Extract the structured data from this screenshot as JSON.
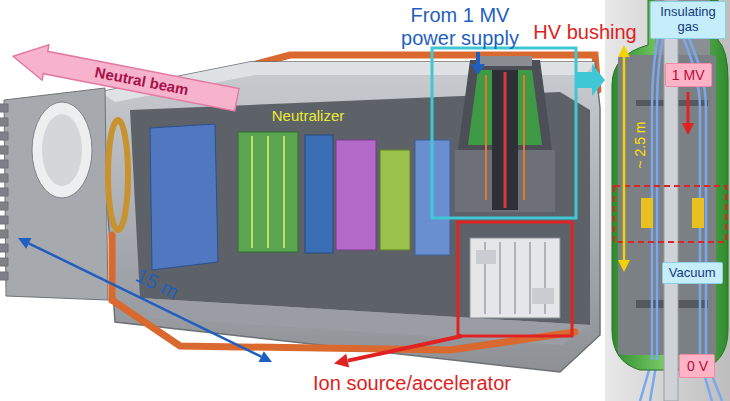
{
  "diagram": {
    "nodes": [
      {
        "text": [
          "Neutral beam"
        ]
      },
      {
        "text": [
          "Insulating gas"
        ]
      },
      {
        "text": [
          "1 MV"
        ]
      },
      {
        "text": [
          "Vacuum"
        ]
      },
      {
        "text": [
          "0 V"
        ]
      }
    ],
    "labels": [
      "From 1 MV power supply",
      "HV bushing",
      "Neutralizer",
      "15 m",
      "Ion source/accelerator",
      "~ 2.5 m"
    ]
  }
}
